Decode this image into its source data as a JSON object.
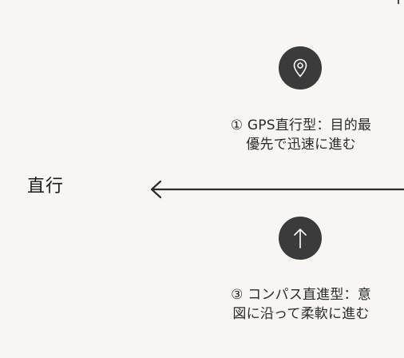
{
  "direction": {
    "label": "直行"
  },
  "modes": [
    {
      "icon": "location-pin-icon",
      "caption_line1": "① GPS直行型：目的最",
      "caption_line2": "優先で迅速に進む"
    },
    {
      "icon": "up-arrow-icon",
      "caption_line1": "③ コンパス直進型：意",
      "caption_line2": "図に沿って柔軟に進む"
    }
  ],
  "colors": {
    "background": "#f7f6f2",
    "badge": "#3b3b3b",
    "text": "#1f1f1f",
    "arrow": "#2b2b2b"
  }
}
